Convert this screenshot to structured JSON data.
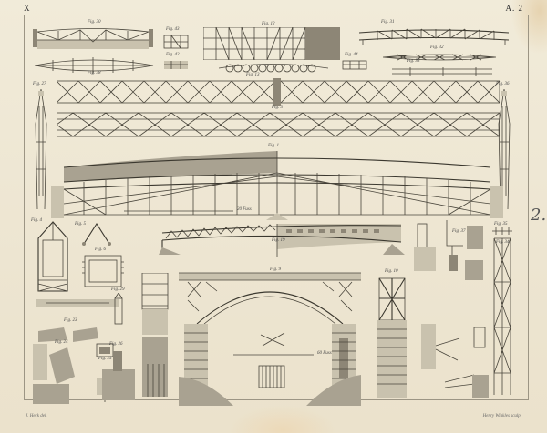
{
  "plate": {
    "section": "X",
    "plate_number": "A. 2",
    "handwritten_note": "2.",
    "credits": {
      "left": "J. Heck del.",
      "right": "Henry Winkles sculp."
    }
  },
  "figures": [
    {
      "id": "fig-30",
      "label": "Fig. 30"
    },
    {
      "id": "fig-43",
      "label": "Fig. 43"
    },
    {
      "id": "fig-12",
      "label": "Fig. 12"
    },
    {
      "id": "fig-31",
      "label": "Fig. 31"
    },
    {
      "id": "fig-38",
      "label": "Fig. 38"
    },
    {
      "id": "fig-42",
      "label": "Fig. 42"
    },
    {
      "id": "fig-13",
      "label": "Fig. 13"
    },
    {
      "id": "fig-44",
      "label": "Fig. 44"
    },
    {
      "id": "fig-32",
      "label": "Fig. 32"
    },
    {
      "id": "fig-33",
      "label": "Fig. 33"
    },
    {
      "id": "fig-2",
      "label": "Fig. 2"
    },
    {
      "id": "fig-3",
      "label": "Fig. 3"
    },
    {
      "id": "fig-27",
      "label": "Fig. 27"
    },
    {
      "id": "fig-36",
      "label": "Fig. 36"
    },
    {
      "id": "fig-1",
      "label": "Fig. 1"
    },
    {
      "id": "fig-4",
      "label": "Fig. 4"
    },
    {
      "id": "fig-5",
      "label": "Fig. 5"
    },
    {
      "id": "fig-6",
      "label": "Fig. 6"
    },
    {
      "id": "fig-19",
      "label": "Fig. 19"
    },
    {
      "id": "fig-37",
      "label": "Fig. 37"
    },
    {
      "id": "fig-35",
      "label": "Fig. 35"
    },
    {
      "id": "fig-34",
      "label": "Fig. 34"
    },
    {
      "id": "fig-9",
      "label": "Fig. 9"
    },
    {
      "id": "fig-10",
      "label": "Fig. 10"
    },
    {
      "id": "fig-23",
      "label": "Fig. 23"
    },
    {
      "id": "fig-24",
      "label": "Fig. 24"
    },
    {
      "id": "fig-25",
      "label": "Fig. 25"
    },
    {
      "id": "fig-26",
      "label": "Fig. 26"
    },
    {
      "id": "fig-28",
      "label": "Fig. 28"
    },
    {
      "id": "fig-29",
      "label": "Fig. 29"
    }
  ],
  "scales": {
    "fig1_scale": "20 Fuss",
    "fig9_scale": "60 Fuss"
  }
}
